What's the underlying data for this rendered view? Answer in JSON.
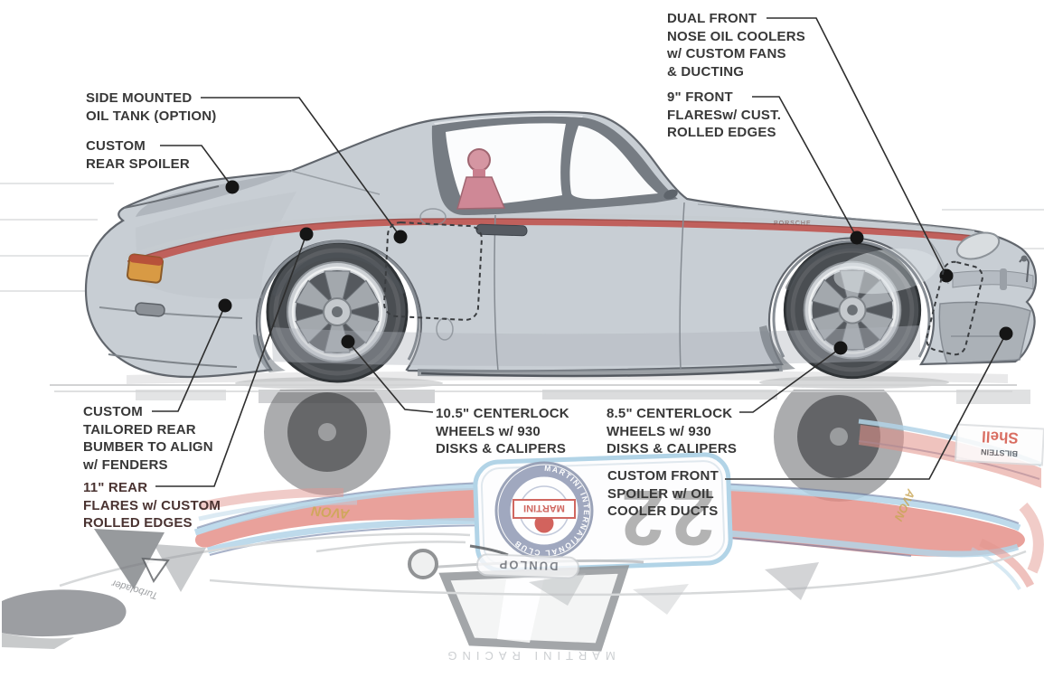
{
  "callouts": [
    {
      "id": "side-oil-tank",
      "text": "SIDE MOUNTED\nOIL TANK (OPTION)"
    },
    {
      "id": "rear-spoiler",
      "text": "CUSTOM\nREAR SPOILER"
    },
    {
      "id": "dual-front-oil-coolers",
      "text": "DUAL FRONT\nNOSE OIL COOLERS\nw/ CUSTOM FANS\n& DUCTING"
    },
    {
      "id": "front-flares",
      "text": "9\" FRONT\nFLARESw/ CUST.\nROLLED EDGES"
    },
    {
      "id": "rear-bumper",
      "text": "CUSTOM\nTAILORED REAR\nBUMBER TO ALIGN\nw/ FENDERS"
    },
    {
      "id": "rear-flares",
      "text": "11\" REAR\nFLARES w/ CUSTOM\nROLLED EDGES"
    },
    {
      "id": "rear-wheels",
      "text": "10.5\" CENTERLOCK\nWHEELS w/ 930\nDISKS & CALIPERS"
    },
    {
      "id": "front-wheels",
      "text": "8.5\" CENTERLOCK\nWHEELS w/ 930\nDISKS & CALIPERS"
    },
    {
      "id": "front-spoiler",
      "text": "CUSTOM FRONT\nSPOILER w/ OIL\nCOOLER DUCTS"
    }
  ],
  "car": {
    "side_script": "PORSCHE"
  },
  "reflection": {
    "race_number": "22",
    "roundel_banner": "MARTINI",
    "roundel_ring_text": "MARTINI INTERNATIONAL CLUB",
    "shell": "Shell",
    "bilstein": "BILSTEIN",
    "dunlop": "DUNLOP",
    "tire_left": "AVON",
    "tire_right": "AVON",
    "turbo": "Turbolader",
    "banner": "MARTINI RACING"
  },
  "colors": {
    "body_gray": "#c8ced4",
    "stripe_red": "#bf544f",
    "martini_red": "#e2837c",
    "martini_light_blue": "#aed2e6",
    "martini_dark_blue": "#67779e",
    "label_text": "#383838"
  }
}
